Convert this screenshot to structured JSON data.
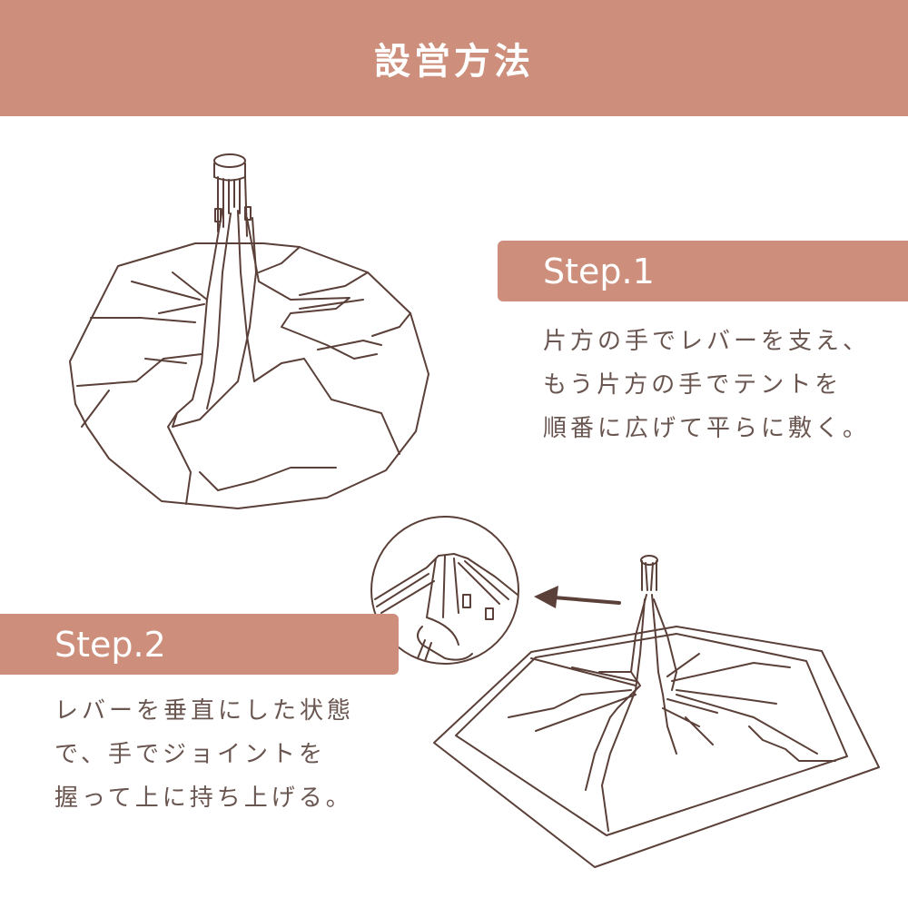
{
  "header": {
    "title": "設営方法"
  },
  "steps": [
    {
      "label": "Step.1",
      "lines": [
        "片方の手でレバーを支え、",
        "もう片方の手でテントを",
        "順番に広げて平らに敷く。"
      ]
    },
    {
      "label": "Step.2",
      "lines": [
        "レバーを垂直にした状態",
        "で、手でジョイントを",
        "握って上に持ち上げる。"
      ]
    }
  ],
  "colors": {
    "accent": "#cd8f7c",
    "line": "#5a4038",
    "text": "#6a5650",
    "background": "#ffffff"
  },
  "illustrations": [
    {
      "name": "folded-tent-flat",
      "step": 1
    },
    {
      "name": "joint-grip-detail-circle",
      "step": 2
    },
    {
      "name": "tent-lifting-hexagon",
      "step": 2
    },
    {
      "name": "arrow-left-icon",
      "step": 2
    }
  ]
}
